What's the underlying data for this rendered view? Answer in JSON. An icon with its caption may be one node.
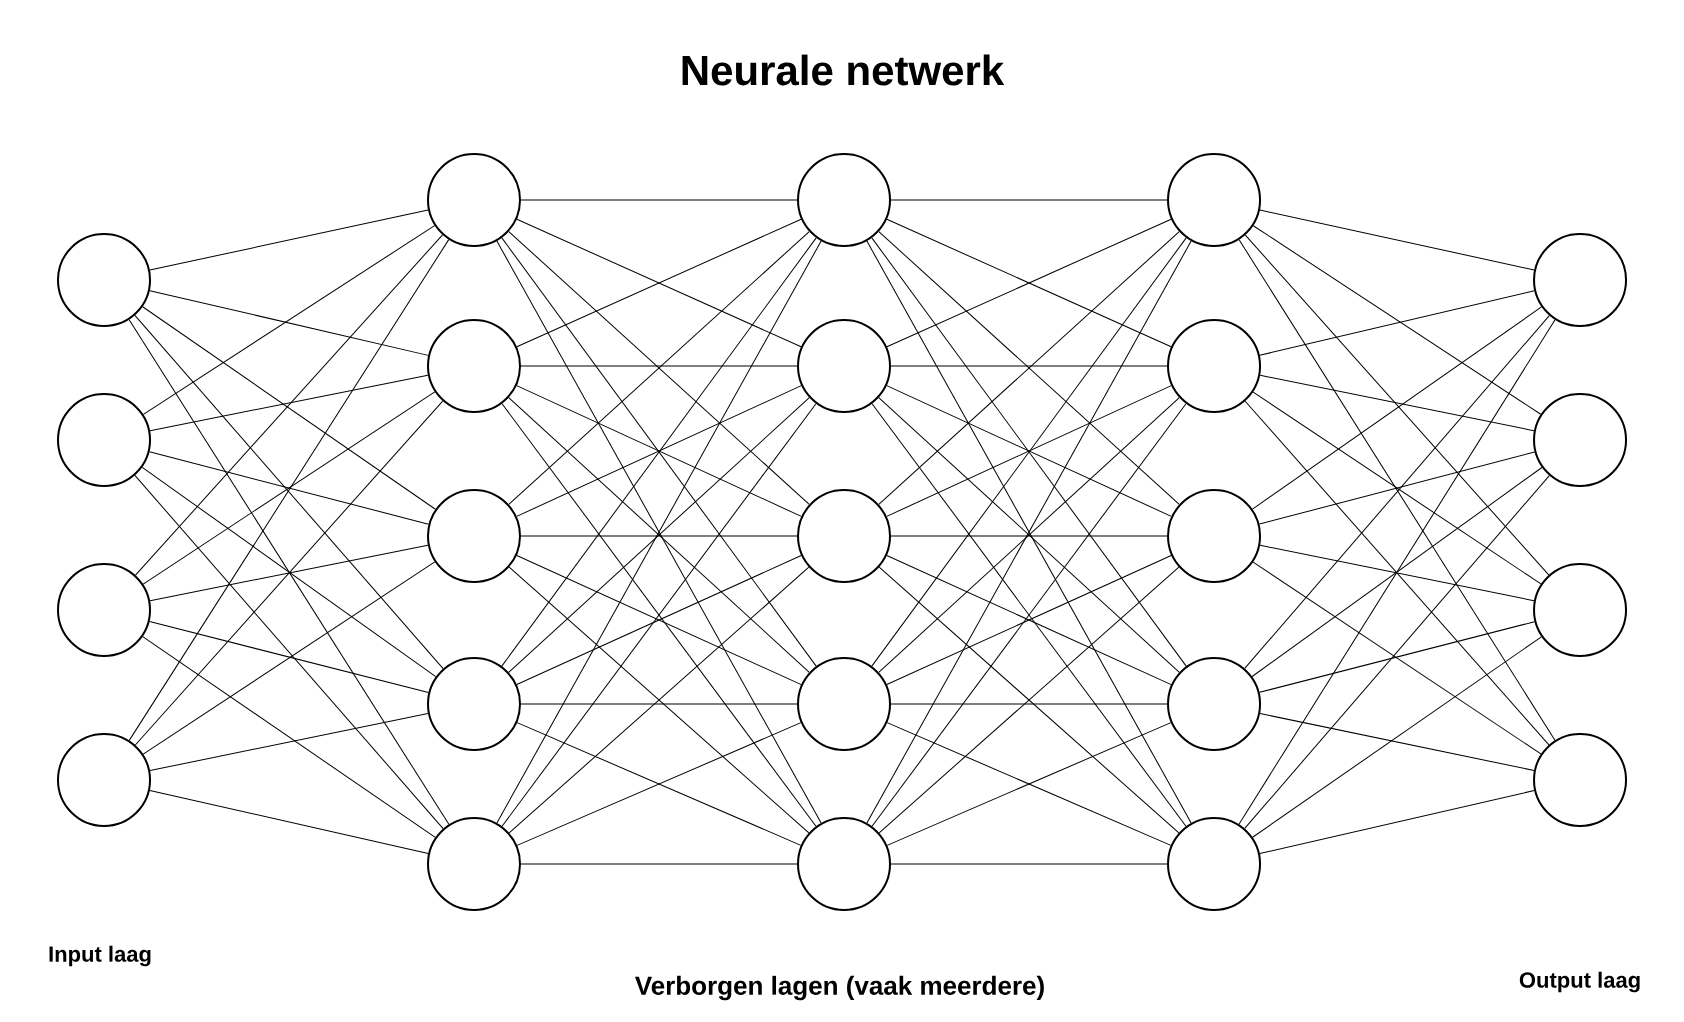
{
  "diagram": {
    "title": "Neurale netwerk",
    "nodes": [
      {
        "text": [],
        "shape": "circle"
      },
      {
        "text": [],
        "shape": "circle"
      },
      {
        "text": [],
        "shape": "circle"
      },
      {
        "text": [],
        "shape": "circle"
      },
      {
        "text": [],
        "shape": "circle"
      },
      {
        "text": [],
        "shape": "circle"
      },
      {
        "text": [],
        "shape": "circle"
      },
      {
        "text": [],
        "shape": "circle"
      },
      {
        "text": [],
        "shape": "circle"
      },
      {
        "text": [],
        "shape": "circle"
      },
      {
        "text": [],
        "shape": "circle"
      },
      {
        "text": [],
        "shape": "circle"
      },
      {
        "text": [],
        "shape": "circle"
      },
      {
        "text": [],
        "shape": "circle"
      },
      {
        "text": [],
        "shape": "circle"
      },
      {
        "text": [],
        "shape": "circle"
      },
      {
        "text": [],
        "shape": "circle"
      },
      {
        "text": [],
        "shape": "circle"
      },
      {
        "text": [],
        "shape": "circle"
      },
      {
        "text": [],
        "shape": "circle"
      },
      {
        "text": [],
        "shape": "circle"
      },
      {
        "text": [],
        "shape": "circle"
      },
      {
        "text": [],
        "shape": "circle"
      }
    ],
    "edges": [
      {
        "from": 0,
        "to": 4,
        "arrow": "none"
      },
      {
        "from": 0,
        "to": 5,
        "arrow": "none"
      },
      {
        "from": 0,
        "to": 6,
        "arrow": "none"
      },
      {
        "from": 0,
        "to": 7,
        "arrow": "none"
      },
      {
        "from": 0,
        "to": 8,
        "arrow": "none"
      },
      {
        "from": 1,
        "to": 4,
        "arrow": "none"
      },
      {
        "from": 1,
        "to": 5,
        "arrow": "none"
      },
      {
        "from": 1,
        "to": 6,
        "arrow": "none"
      },
      {
        "from": 1,
        "to": 7,
        "arrow": "none"
      },
      {
        "from": 1,
        "to": 8,
        "arrow": "none"
      },
      {
        "from": 2,
        "to": 4,
        "arrow": "none"
      },
      {
        "from": 2,
        "to": 5,
        "arrow": "none"
      },
      {
        "from": 2,
        "to": 6,
        "arrow": "none"
      },
      {
        "from": 2,
        "to": 7,
        "arrow": "none"
      },
      {
        "from": 2,
        "to": 8,
        "arrow": "none"
      },
      {
        "from": 3,
        "to": 4,
        "arrow": "none"
      },
      {
        "from": 3,
        "to": 5,
        "arrow": "none"
      },
      {
        "from": 3,
        "to": 6,
        "arrow": "none"
      },
      {
        "from": 3,
        "to": 7,
        "arrow": "none"
      },
      {
        "from": 3,
        "to": 8,
        "arrow": "none"
      },
      {
        "from": 4,
        "to": 9,
        "arrow": "none"
      },
      {
        "from": 4,
        "to": 10,
        "arrow": "none"
      },
      {
        "from": 4,
        "to": 11,
        "arrow": "none"
      },
      {
        "from": 4,
        "to": 12,
        "arrow": "none"
      },
      {
        "from": 4,
        "to": 13,
        "arrow": "none"
      },
      {
        "from": 5,
        "to": 9,
        "arrow": "none"
      },
      {
        "from": 5,
        "to": 10,
        "arrow": "none"
      },
      {
        "from": 5,
        "to": 11,
        "arrow": "none"
      },
      {
        "from": 5,
        "to": 12,
        "arrow": "none"
      },
      {
        "from": 5,
        "to": 13,
        "arrow": "none"
      },
      {
        "from": 6,
        "to": 9,
        "arrow": "none"
      },
      {
        "from": 6,
        "to": 10,
        "arrow": "none"
      },
      {
        "from": 6,
        "to": 11,
        "arrow": "none"
      },
      {
        "from": 6,
        "to": 12,
        "arrow": "none"
      },
      {
        "from": 6,
        "to": 13,
        "arrow": "none"
      },
      {
        "from": 7,
        "to": 9,
        "arrow": "none"
      },
      {
        "from": 7,
        "to": 10,
        "arrow": "none"
      },
      {
        "from": 7,
        "to": 11,
        "arrow": "none"
      },
      {
        "from": 7,
        "to": 12,
        "arrow": "none"
      },
      {
        "from": 7,
        "to": 13,
        "arrow": "none"
      },
      {
        "from": 8,
        "to": 9,
        "arrow": "none"
      },
      {
        "from": 8,
        "to": 10,
        "arrow": "none"
      },
      {
        "from": 8,
        "to": 11,
        "arrow": "none"
      },
      {
        "from": 8,
        "to": 12,
        "arrow": "none"
      },
      {
        "from": 8,
        "to": 13,
        "arrow": "none"
      },
      {
        "from": 9,
        "to": 14,
        "arrow": "none"
      },
      {
        "from": 9,
        "to": 15,
        "arrow": "none"
      },
      {
        "from": 9,
        "to": 16,
        "arrow": "none"
      },
      {
        "from": 9,
        "to": 17,
        "arrow": "none"
      },
      {
        "from": 9,
        "to": 18,
        "arrow": "none"
      },
      {
        "from": 10,
        "to": 14,
        "arrow": "none"
      },
      {
        "from": 10,
        "to": 15,
        "arrow": "none"
      },
      {
        "from": 10,
        "to": 16,
        "arrow": "none"
      },
      {
        "from": 10,
        "to": 17,
        "arrow": "none"
      },
      {
        "from": 10,
        "to": 18,
        "arrow": "none"
      },
      {
        "from": 11,
        "to": 14,
        "arrow": "none"
      },
      {
        "from": 11,
        "to": 15,
        "arrow": "none"
      },
      {
        "from": 11,
        "to": 16,
        "arrow": "none"
      },
      {
        "from": 11,
        "to": 17,
        "arrow": "none"
      },
      {
        "from": 11,
        "to": 18,
        "arrow": "none"
      },
      {
        "from": 12,
        "to": 14,
        "arrow": "none"
      },
      {
        "from": 12,
        "to": 15,
        "arrow": "none"
      },
      {
        "from": 12,
        "to": 16,
        "arrow": "none"
      },
      {
        "from": 12,
        "to": 17,
        "arrow": "none"
      },
      {
        "from": 12,
        "to": 18,
        "arrow": "none"
      },
      {
        "from": 13,
        "to": 14,
        "arrow": "none"
      },
      {
        "from": 13,
        "to": 15,
        "arrow": "none"
      },
      {
        "from": 13,
        "to": 16,
        "arrow": "none"
      },
      {
        "from": 13,
        "to": 17,
        "arrow": "none"
      },
      {
        "from": 13,
        "to": 18,
        "arrow": "none"
      },
      {
        "from": 14,
        "to": 19,
        "arrow": "none"
      },
      {
        "from": 14,
        "to": 20,
        "arrow": "none"
      },
      {
        "from": 14,
        "to": 21,
        "arrow": "none"
      },
      {
        "from": 14,
        "to": 22,
        "arrow": "none"
      },
      {
        "from": 15,
        "to": 19,
        "arrow": "none"
      },
      {
        "from": 15,
        "to": 20,
        "arrow": "none"
      },
      {
        "from": 15,
        "to": 21,
        "arrow": "none"
      },
      {
        "from": 15,
        "to": 22,
        "arrow": "none"
      },
      {
        "from": 16,
        "to": 19,
        "arrow": "none"
      },
      {
        "from": 16,
        "to": 20,
        "arrow": "none"
      },
      {
        "from": 16,
        "to": 21,
        "arrow": "none"
      },
      {
        "from": 16,
        "to": 22,
        "arrow": "none"
      },
      {
        "from": 17,
        "to": 19,
        "arrow": "none"
      },
      {
        "from": 17,
        "to": 20,
        "arrow": "none"
      },
      {
        "from": 17,
        "to": 21,
        "arrow": "none"
      },
      {
        "from": 17,
        "to": 22,
        "arrow": "none"
      },
      {
        "from": 18,
        "to": 19,
        "arrow": "none"
      },
      {
        "from": 18,
        "to": 20,
        "arrow": "none"
      },
      {
        "from": 18,
        "to": 21,
        "arrow": "none"
      },
      {
        "from": 18,
        "to": 22,
        "arrow": "none"
      }
    ],
    "labels": [
      "Input laag",
      "Verborgen lagen (vaak meerdere)",
      "Output laag"
    ]
  }
}
